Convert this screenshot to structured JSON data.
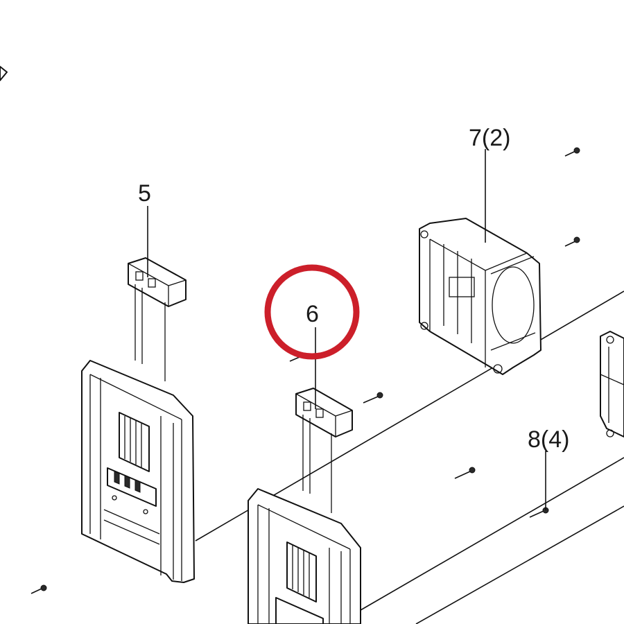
{
  "callouts": {
    "part_5": "5",
    "part_6": "6",
    "part_7": "7(2)",
    "part_8": "8(4)"
  },
  "highlight": {
    "target": "6",
    "color": "#cc1f2a"
  },
  "colors": {
    "line": "#111111",
    "background": "#ffffff"
  }
}
